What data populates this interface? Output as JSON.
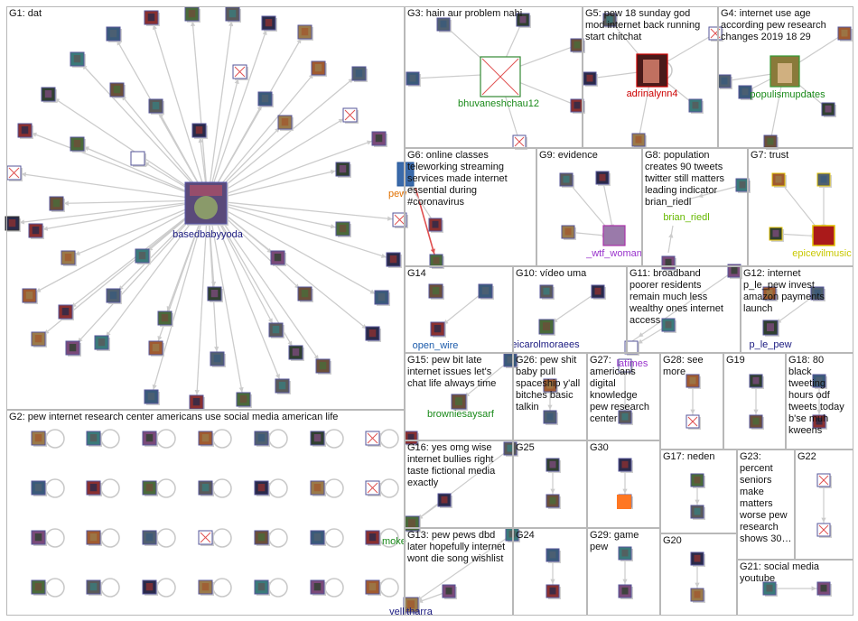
{
  "groups": [
    {
      "id": "G1",
      "label": "G1: dat"
    },
    {
      "id": "G2",
      "label": "G2: pew internet research center americans use social media american life"
    },
    {
      "id": "G3",
      "label": "G3: hain aur problem nahi"
    },
    {
      "id": "G4",
      "label": "G4: internet use age\naccording pew research\nchanges 2019 18 29"
    },
    {
      "id": "G5",
      "label": "G5: pew 18 sunday god\nmod internet back running\nstart chitchat"
    },
    {
      "id": "G6",
      "label": "G6: online classes\nteleworking streaming\nservices made internet\nessential during\n#coronavirus"
    },
    {
      "id": "G7",
      "label": "G7: trust"
    },
    {
      "id": "G8",
      "label": "G8: population\ncreates 90 tweets\ntwitter still matters\nleading indicator\nbrian_riedl"
    },
    {
      "id": "G9",
      "label": "G9: evidence"
    },
    {
      "id": "G10",
      "label": "G10: vídeo uma"
    },
    {
      "id": "G11",
      "label": "G11: broadband\npoorer residents\nremain much less\nwealthy ones internet\naccess"
    },
    {
      "id": "G12",
      "label": "G12: internet\np_le_pew invest\namazon payments\nlaunch"
    },
    {
      "id": "G13",
      "label": "G13: pew pews dbd\nlater hopefully internet\nwont die song wishlist"
    },
    {
      "id": "G14",
      "label": "G14"
    },
    {
      "id": "G15",
      "label": "G15: pew bit late\ninternet issues let's\nchat life always time"
    },
    {
      "id": "G16",
      "label": "G16: yes omg wise\ninternet bullies right\ntaste fictional media\nexactly"
    },
    {
      "id": "G17",
      "label": "G17: neden"
    },
    {
      "id": "G18",
      "label": "G18: 80\nblack\ntweeting\nhours odf\ntweets today\nb'se muh\nkweens"
    },
    {
      "id": "G19",
      "label": "G19"
    },
    {
      "id": "G20",
      "label": "G20"
    },
    {
      "id": "G21",
      "label": "G21: social media\nyoutube"
    },
    {
      "id": "G22",
      "label": "G22"
    },
    {
      "id": "G23",
      "label": "G23:\npercent\nseniors\nmake\nmatters\nworse pew\nresearch\nshows 30…"
    },
    {
      "id": "G24",
      "label": "G24"
    },
    {
      "id": "G25",
      "label": "G25"
    },
    {
      "id": "G26",
      "label": "G26: pew shit\nbaby pull\nspaceship y'all\nbitches basic\ntalkin"
    },
    {
      "id": "G27",
      "label": "G27:\namericans\ndigital\nknowledge\npew research\ncenter"
    },
    {
      "id": "G28",
      "label": "G28: see\nmore"
    },
    {
      "id": "G29",
      "label": "G29: game\npew"
    },
    {
      "id": "G30",
      "label": "G30"
    }
  ],
  "names": {
    "basedbabyyoda": "basedbabyyoda",
    "bhuvaneshchau12": "bhuvaneshchau12",
    "adrinalynn4": "adrinalynn4",
    "populismupdates": "populismupdates",
    "pew": "pew",
    "wtf_woman": "_wtf_woman",
    "brian_riedl": "brian_riedl",
    "epicevilmusic": "epicevilmusic",
    "open_wire": "open_wire",
    "eicarolmoraees": "eicarolmoraees",
    "latimes": "latimes",
    "p_le_pew": "p_le_pew",
    "browniesaysarf": "browniesaysarf",
    "moke": "moke",
    "vellitharra": "vellitharra"
  },
  "colors": {
    "background": "#ffffff",
    "border": "#b8b8b8",
    "edge": "#c8c8c8",
    "red_edge": "#e05050",
    "label_navy": "#1a1a80",
    "label_green": "#1a8a1a",
    "label_red": "#cc0000",
    "label_yellow": "#c8c800",
    "label_orange": "#e07000",
    "label_blue": "#1a5aaa",
    "label_lime": "#66b800",
    "label_purple": "#9933cc"
  }
}
